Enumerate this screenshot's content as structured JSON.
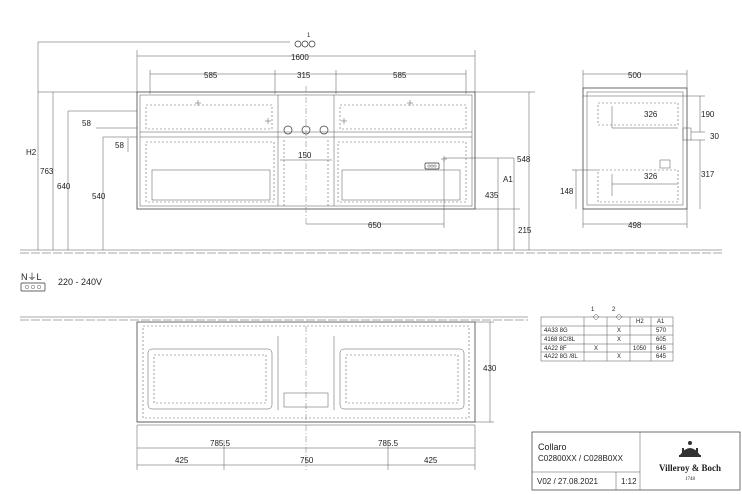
{
  "front_view": {
    "dims": {
      "overall_width": "1600",
      "left_width": "585",
      "middle_width": "315",
      "right_width": "585",
      "h2": "H2",
      "h763": "763",
      "h640": "640",
      "h540": "540",
      "h58_top": "58",
      "h58_bottom": "58",
      "w150": "150",
      "h548": "548",
      "a1": "A1",
      "h435": "435",
      "h215": "215",
      "w650": "650"
    },
    "marker_1": "1"
  },
  "side_view": {
    "dims": {
      "depth_top": "500",
      "depth_bottom": "498",
      "w326_top": "326",
      "w326_bottom": "326",
      "h190": "190",
      "h30": "30",
      "h317": "317",
      "h148": "148"
    }
  },
  "electrical": {
    "symbols": "N⏚L",
    "voltage": "220 - 240V"
  },
  "top_view": {
    "dims": {
      "w785_left": "785.5",
      "w785_right": "785.5",
      "w425_left": "425",
      "w750": "750",
      "w425_right": "425",
      "h430": "430"
    }
  },
  "table": {
    "headers": [
      "1",
      "2",
      "H2",
      "A1"
    ],
    "rows": [
      {
        "code": "4A33 8G",
        "c1": "",
        "c2": "X",
        "h2": "",
        "a1": "570"
      },
      {
        "code": "4168 8C/8L",
        "c1": "",
        "c2": "X",
        "h2": "",
        "a1": "605"
      },
      {
        "code": "4A22 8F",
        "c1": "X",
        "c2": "",
        "h2": "1050",
        "a1": "645"
      },
      {
        "code": "4A22 8G /8L",
        "c1": "",
        "c2": "X",
        "h2": "",
        "a1": "645"
      }
    ]
  },
  "title_block": {
    "name": "Collaro",
    "codes": "C02800XX / C028B0XX",
    "version": "V02 / 27.08.2021",
    "scale": "1:12",
    "brand": "Villeroy & Boch",
    "brand_year": "1748"
  }
}
